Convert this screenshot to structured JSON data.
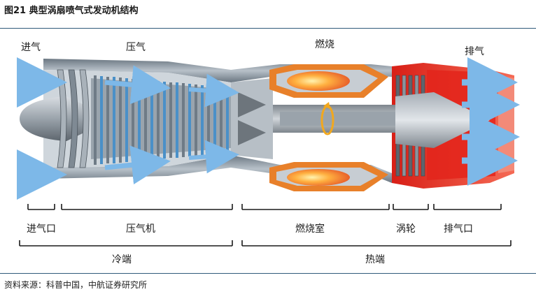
{
  "figure": {
    "title": "图21 典型涡扇喷气式发动机结构",
    "source": "资料来源：科普中国，中航证券研究所"
  },
  "diagram": {
    "top_labels": [
      "进气",
      "压气",
      "燃烧",
      "排气"
    ],
    "component_labels": [
      "进气口",
      "压气机",
      "燃烧室",
      "涡轮",
      "排气口"
    ],
    "zone_labels": [
      "冷端",
      "热端"
    ]
  },
  "colors": {
    "rule": "#2f5a7a",
    "casing": "#8c9aa6",
    "compressor_blue": "#4a90c8",
    "combustor_orange": "#e8802a",
    "exhaust_red": "#e3241b",
    "arrow_blue": "#7db8e8"
  }
}
